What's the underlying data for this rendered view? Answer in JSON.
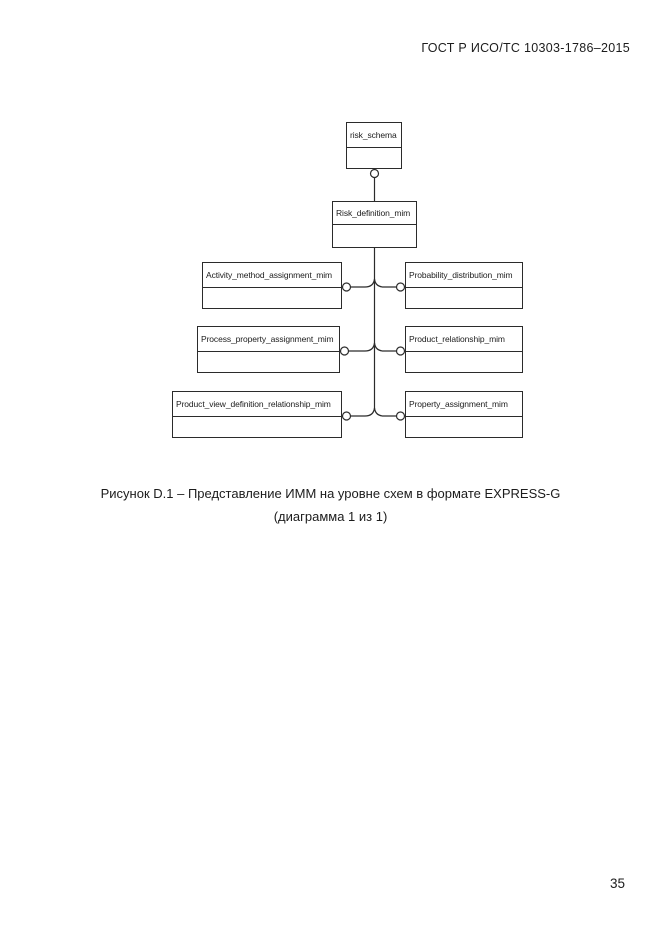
{
  "page": {
    "header": "ГОСТ Р ИСО/ТС 10303-1786–2015",
    "page_number": "35"
  },
  "diagram": {
    "type": "express-g-schema-level-diagram",
    "nodes": [
      {
        "id": "risk_schema",
        "label": "risk_schema"
      },
      {
        "id": "risk_definition_mim",
        "label": "Risk_definition_mim"
      },
      {
        "id": "activity_method_assignment_mim",
        "label": "Activity_method_assignment_mim"
      },
      {
        "id": "probability_distribution_mim",
        "label": "Probability_distribution_mim"
      },
      {
        "id": "process_property_assignment_mim",
        "label": "Process_property_assignment_mim"
      },
      {
        "id": "product_relationship_mim",
        "label": "Product_relationship_mim"
      },
      {
        "id": "product_view_definition_relationship_mim",
        "label": "Product_view_definition_relationship_mim"
      },
      {
        "id": "property_assignment_mim",
        "label": "Property_assignment_mim"
      }
    ],
    "edges": [
      {
        "from": "risk_schema",
        "to": "risk_definition_mim"
      },
      {
        "from": "risk_definition_mim",
        "to": "activity_method_assignment_mim"
      },
      {
        "from": "risk_definition_mim",
        "to": "probability_distribution_mim"
      },
      {
        "from": "risk_definition_mim",
        "to": "process_property_assignment_mim"
      },
      {
        "from": "risk_definition_mim",
        "to": "product_relationship_mim"
      },
      {
        "from": "risk_definition_mim",
        "to": "product_view_definition_relationship_mim"
      },
      {
        "from": "risk_definition_mim",
        "to": "property_assignment_mim"
      }
    ]
  },
  "caption": {
    "line1": "Рисунок  D.1 – Представление ИММ на уровне схем в формате EXPRESS-G",
    "line2": "(диаграмма 1 из 1)"
  },
  "colors": {
    "ink": "#1c1c1c",
    "line": "#2b2b2b",
    "background": "#ffffff"
  }
}
